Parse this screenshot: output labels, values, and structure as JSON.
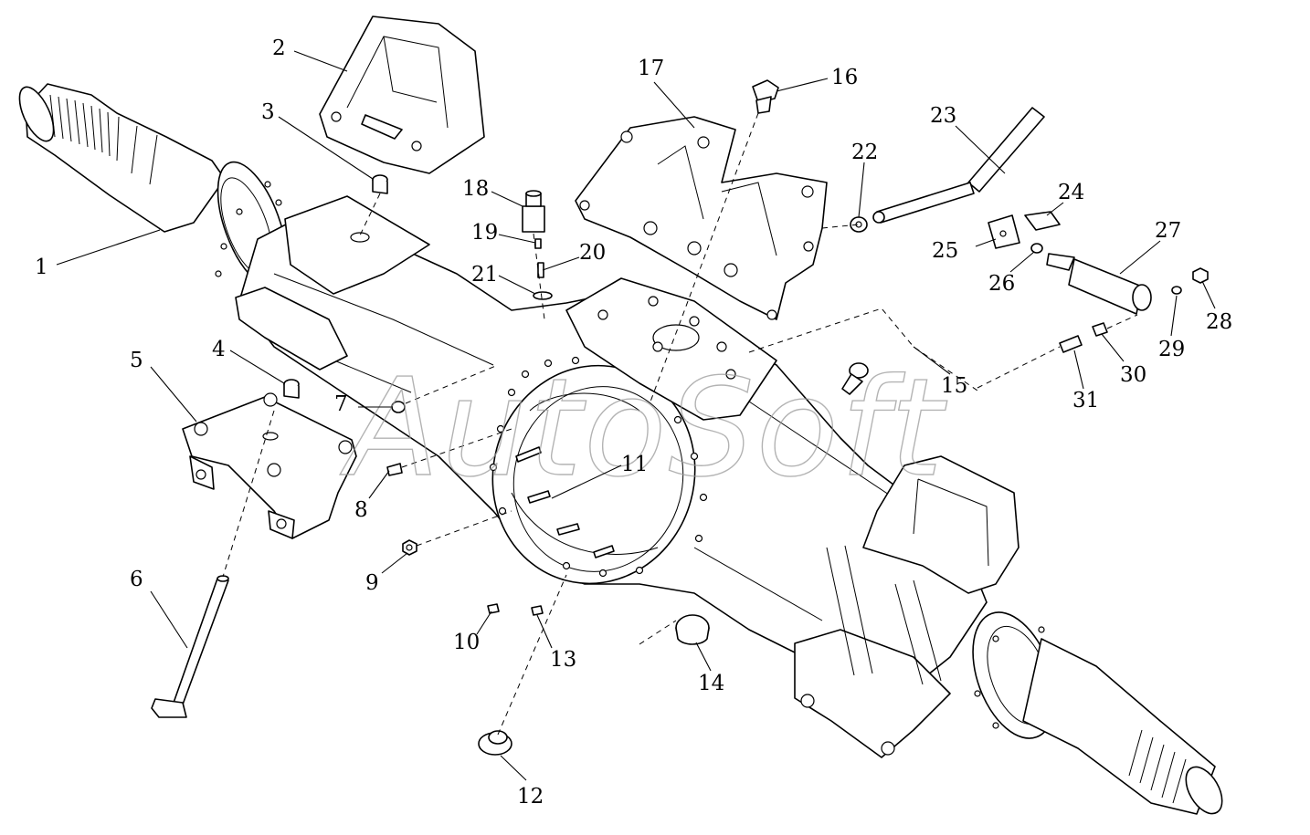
{
  "diagram": {
    "watermark": "AutoSoft",
    "callouts": [
      {
        "id": "c1",
        "label": "1"
      },
      {
        "id": "c2",
        "label": "2"
      },
      {
        "id": "c3",
        "label": "3"
      },
      {
        "id": "c4",
        "label": "4"
      },
      {
        "id": "c5",
        "label": "5"
      },
      {
        "id": "c6",
        "label": "6"
      },
      {
        "id": "c7",
        "label": "7"
      },
      {
        "id": "c8",
        "label": "8"
      },
      {
        "id": "c9",
        "label": "9"
      },
      {
        "id": "c10",
        "label": "10"
      },
      {
        "id": "c11",
        "label": "11"
      },
      {
        "id": "c12",
        "label": "12"
      },
      {
        "id": "c13",
        "label": "13"
      },
      {
        "id": "c14",
        "label": "14"
      },
      {
        "id": "c15",
        "label": "15"
      },
      {
        "id": "c16",
        "label": "16"
      },
      {
        "id": "c17",
        "label": "17"
      },
      {
        "id": "c18",
        "label": "18"
      },
      {
        "id": "c19",
        "label": "19"
      },
      {
        "id": "c20",
        "label": "20"
      },
      {
        "id": "c21",
        "label": "21"
      },
      {
        "id": "c22",
        "label": "22"
      },
      {
        "id": "c23",
        "label": "23"
      },
      {
        "id": "c24",
        "label": "24"
      },
      {
        "id": "c25",
        "label": "25"
      },
      {
        "id": "c26",
        "label": "26"
      },
      {
        "id": "c27",
        "label": "27"
      },
      {
        "id": "c28",
        "label": "28"
      },
      {
        "id": "c29",
        "label": "29"
      },
      {
        "id": "c30",
        "label": "30"
      },
      {
        "id": "c31",
        "label": "31"
      }
    ]
  }
}
